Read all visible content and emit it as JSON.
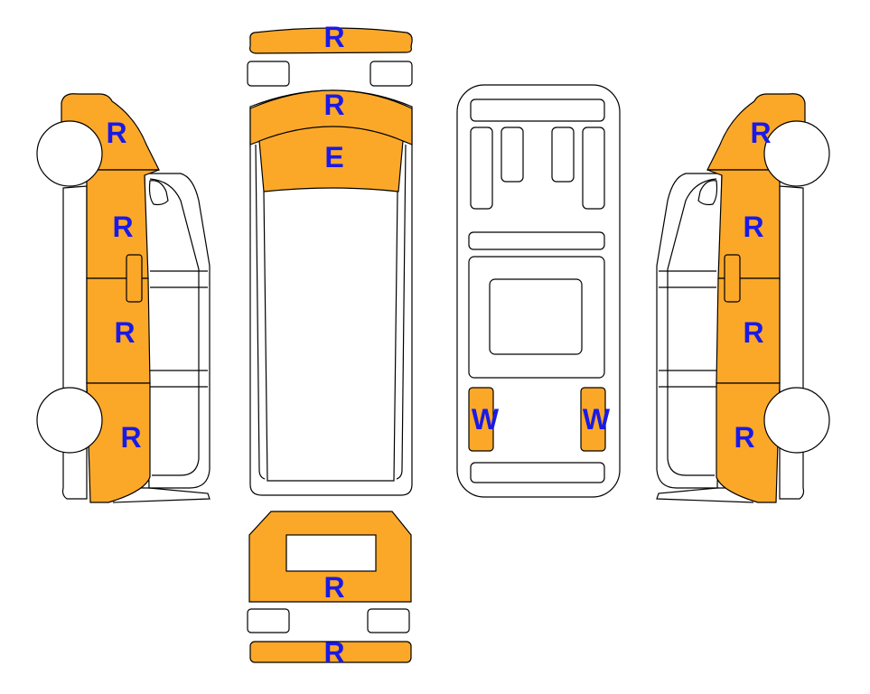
{
  "colors": {
    "damaged_fill": "#FBA829",
    "body_fill": "#FFFFFF",
    "outline": "#000000",
    "label": "#1A1AE6"
  },
  "labels": {
    "front_bumper": "R",
    "bonnet": "R",
    "windscreen": "E",
    "left_front_fender": "R",
    "left_front_door": "R",
    "left_sliding_door": "R",
    "left_rear_quarter": "R",
    "right_front_fender": "R",
    "right_front_door": "R",
    "right_sliding_door": "R",
    "right_rear_quarter": "R",
    "left_rear_window": "W",
    "right_rear_window": "W",
    "rear_door": "R",
    "rear_bumper": "R"
  }
}
